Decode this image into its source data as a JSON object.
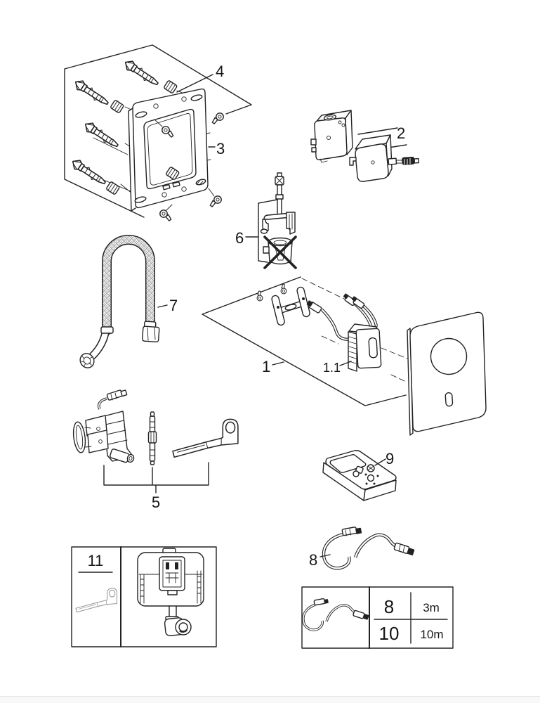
{
  "diagram": {
    "labels": {
      "p1": "1",
      "p1_1": "1.1",
      "p2": "2",
      "p3": "3",
      "p4": "4",
      "p5": "5",
      "p6": "6",
      "p7": "7",
      "p8": "8",
      "p9": "9",
      "p11": "11"
    },
    "cable_table": {
      "rows": [
        {
          "part": "8",
          "length": "3m"
        },
        {
          "part": "10",
          "length": "10m"
        }
      ]
    },
    "colors": {
      "line": "#222222",
      "muted_part": "#9a9a9a",
      "footer_bar": "#f8f8f8"
    }
  }
}
